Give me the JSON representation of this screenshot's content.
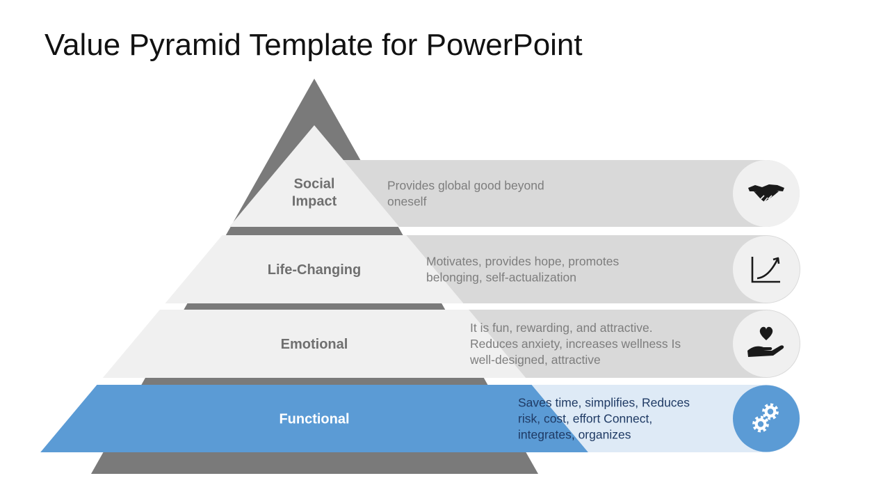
{
  "slide": {
    "title": "Value Pyramid Template for PowerPoint"
  },
  "colors": {
    "pyramid_frame": "#7a7a7a",
    "level_fill": "#f0f0f0",
    "band_fill": "#d9d9d9",
    "icon_circle": "#f0f0f0",
    "icon_color": "#1a1a1a",
    "active_level_fill": "#5b9bd5",
    "active_band_fill": "#deeaf6",
    "active_icon_circle": "#5b9bd5",
    "active_text": "#1f3a64"
  },
  "levels": [
    {
      "label_lines": [
        "Social",
        "Impact"
      ],
      "description_lines": [
        "Provides global good beyond",
        "oneself"
      ],
      "icon": "handshake-icon",
      "active": false
    },
    {
      "label_lines": [
        "Life-Changing"
      ],
      "description_lines": [
        "Motivates, provides hope, promotes",
        "belonging, self-actualization"
      ],
      "icon": "growth-chart-icon",
      "active": false
    },
    {
      "label_lines": [
        "Emotional"
      ],
      "description_lines": [
        "It is fun, rewarding, and attractive.",
        "Reduces anxiety, increases wellness Is",
        "well-designed, attractive"
      ],
      "icon": "heart-hand-icon",
      "active": false
    },
    {
      "label_lines": [
        "Functional"
      ],
      "description_lines": [
        "Saves time, simplifies, Reduces",
        "risk, cost,  effort Connect,",
        "integrates, organizes"
      ],
      "icon": "gears-icon",
      "active": true
    }
  ]
}
